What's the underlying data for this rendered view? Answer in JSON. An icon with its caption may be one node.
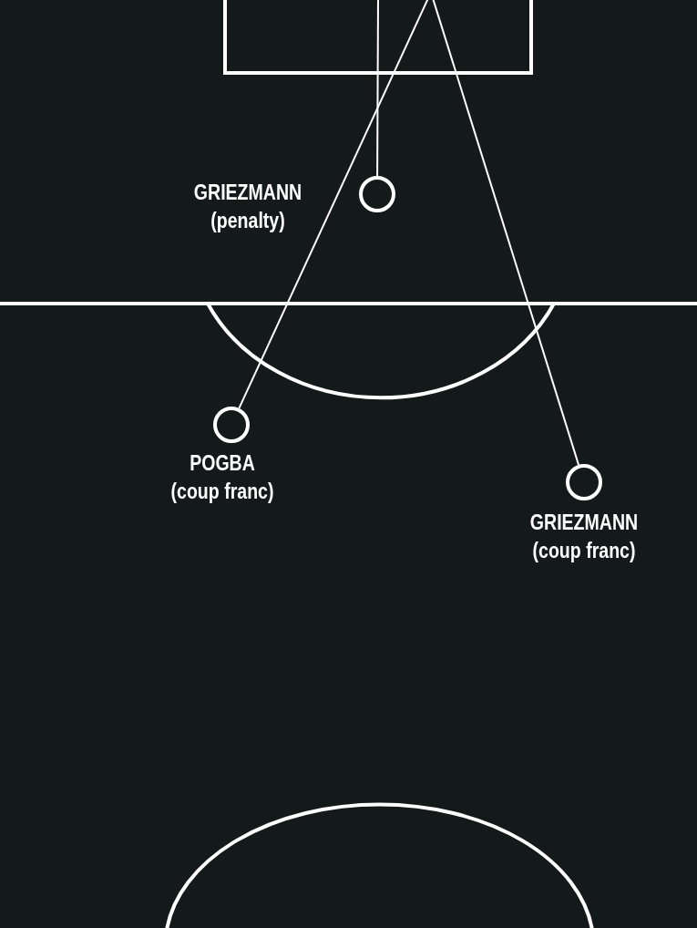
{
  "diagram": {
    "nodes": [
      {
        "text": [],
        "shape": "circle",
        "beside": [
          "GRIEZMANN",
          "(penalty)"
        ]
      },
      {
        "text": [],
        "shape": "circle",
        "beside": [
          "POGBA",
          "(coup franc)"
        ]
      },
      {
        "text": [],
        "shape": "circle",
        "beside": [
          "GRIEZMANN",
          "(coup franc)"
        ]
      }
    ],
    "edges": [
      {
        "from": 0,
        "to": null,
        "arrow": "none"
      },
      {
        "from": 1,
        "to": null,
        "arrow": "none"
      },
      {
        "from": 2,
        "to": null,
        "arrow": "none"
      }
    ]
  }
}
